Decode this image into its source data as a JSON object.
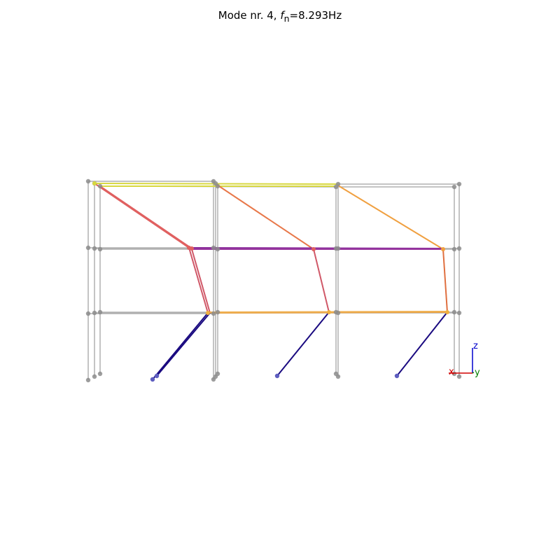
{
  "title": {
    "prefix": "Mode nr. 4, ",
    "symbol": "f",
    "subscript": "n",
    "suffix": "=8.293Hz"
  },
  "axes_triad": {
    "x": {
      "label": "x",
      "color": "#d00000"
    },
    "y": {
      "label": "y",
      "color": "#008000"
    },
    "z": {
      "label": "z",
      "color": "#0000cc"
    }
  },
  "colors": {
    "undeformed": "#aaaaaa",
    "node": "#8c8c8c",
    "base_node": "#5d5dbf"
  }
}
